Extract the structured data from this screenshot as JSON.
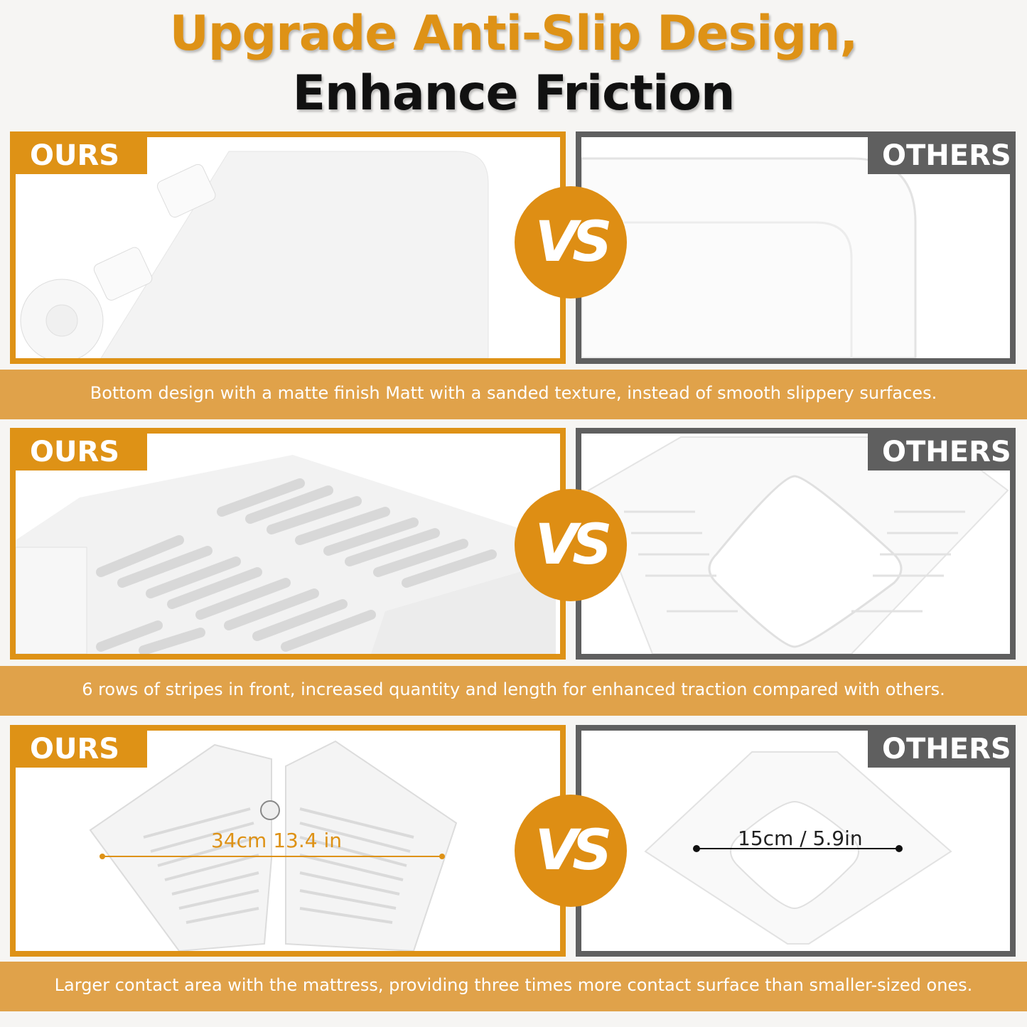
{
  "title": {
    "line1": "Upgrade Anti-Slip Design,",
    "line2": "Enhance Friction"
  },
  "labels": {
    "ours": "OURS",
    "others": "OTHERS",
    "vs": "VS"
  },
  "captions": [
    "Bottom design with a matte finish Matt with a sanded texture, instead of smooth slippery surfaces.",
    "6 rows of stripes in front, increased quantity and length for enhanced traction compared with others.",
    "Larger contact area with the mattress, providing three times more contact surface than smaller-sized ones."
  ],
  "measurements": {
    "ours": "34cm 13.4 in",
    "others": "15cm / 5.9in"
  },
  "colors": {
    "accent": "#de9216",
    "band": "#e0a24a",
    "others_frame": "#5f5f5f",
    "title_dark": "#111111"
  }
}
